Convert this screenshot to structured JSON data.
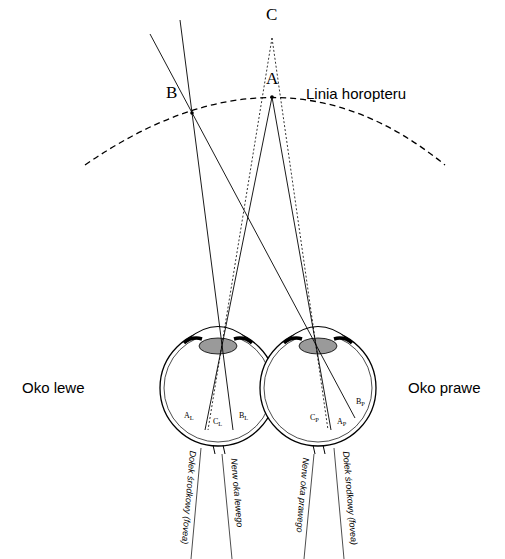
{
  "diagram": {
    "labels": [
      "C",
      "A",
      "B",
      "Linia horopteru",
      "Oko lewe",
      "Oko prawe",
      "AL",
      "CL",
      "BL",
      "CP",
      "AP",
      "BP",
      "Dołek środkowy (fovea)",
      "Nerw oka lewego",
      "Nerw oka prawego",
      "Dołek środkowy (fovea)"
    ]
  }
}
